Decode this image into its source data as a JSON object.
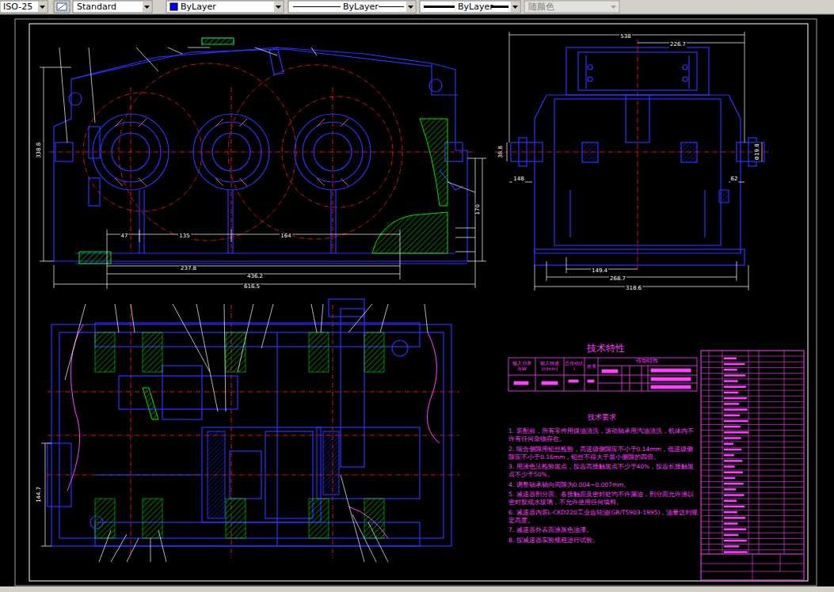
{
  "diagram": {
    "nodes": [
      {
        "text": [
          "ISO-25"
        ]
      },
      {
        "text": [
          "Standard"
        ]
      },
      {
        "text": [
          "ByLayer"
        ]
      },
      {
        "text": [
          "ByLayer"
        ]
      },
      {
        "text": [
          "ByLayer"
        ]
      },
      {
        "text": [
          "随颜色"
        ]
      }
    ],
    "labels": [
      "47",
      "135",
      "164",
      "237.8",
      "436.2",
      "616.5",
      "338.8",
      "170",
      "538",
      "226.7",
      "38.8",
      "148",
      "Φ19.8",
      "62",
      "149.4",
      "268.7",
      "318.6",
      "144.7",
      "技术特性",
      "输入功率 /kW",
      "输入转速 (r/min)",
      "总传动比 i",
      "效率",
      "传动特性",
      "技术要求",
      "1. 装配前，所有零件用煤油清洗，滚动轴承用汽油清洗，机体内不许有任何杂物存在。",
      "2. 啮合侧隙用铅丝检验，高速级侧隙应不小于0.14mm，低速级侧隙应不小于0.16mm，铅丝不得大于最小侧隙的四倍。",
      "3. 用涂色法检验斑点，按齿高接触斑点不少于40%，按齿长接触斑点不少于50%。",
      "4. 调整轴承轴向间隙为0.004~0.007mm。",
      "5. 减速器剖分面、各接触面及密封处均不许漏油，剖分面允许涂以密封胶或水玻璃，不允许使用任何填料。",
      "6. 减速器内装L-CKD220工业齿轮油(GB/T5903-1995)，油量达到规定高度。",
      "7. 减速器外表面涂灰色油漆。",
      "8. 按减速器实验规程进行试验。"
    ]
  }
}
